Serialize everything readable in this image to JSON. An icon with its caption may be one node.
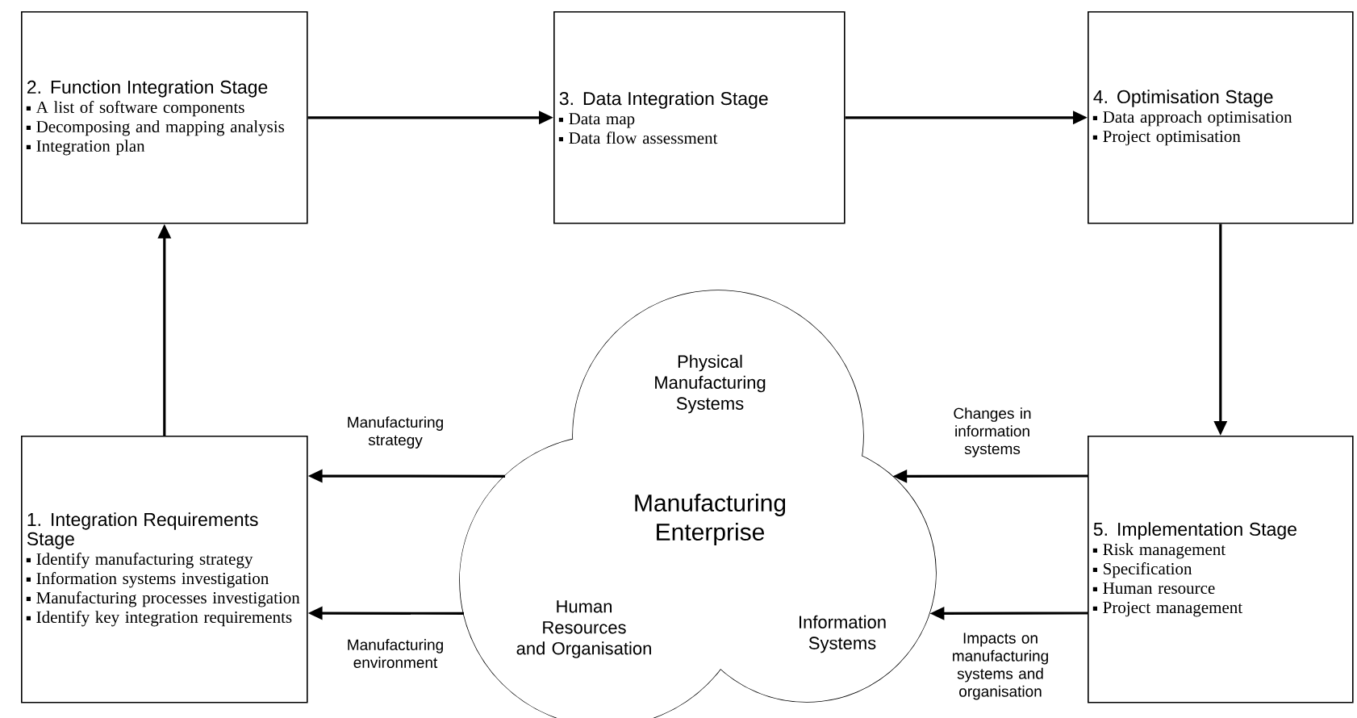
{
  "diagram": {
    "nodes": [
      {
        "text": [
          "1. Integration Requirements Stage",
          "Identify manufacturing strategy",
          "Information systems investigation",
          "Manufacturing processes investigation",
          "Identify key integration requirements"
        ]
      },
      {
        "text": [
          "2. Function Integration Stage",
          "A list of software components",
          "Decomposing and mapping analysis",
          "Integration plan"
        ]
      },
      {
        "text": [
          "3. Data Integration Stage",
          "Data map",
          "Data flow assessment"
        ]
      },
      {
        "text": [
          "4. Optimisation Stage",
          "Data approach optimisation",
          "Project optimisation"
        ]
      },
      {
        "text": [
          "Physical Manufacturing Systems",
          "Manufacturing Enterprise",
          "Human Resources and Organisation",
          "Information Systems"
        ]
      },
      {
        "text": [
          "5. Implementation Stage",
          "Risk management",
          "Specification",
          "Human resource",
          "Project management"
        ]
      }
    ],
    "edges": [
      {
        "from": 0,
        "to": 1,
        "arrow": "to"
      },
      {
        "from": 1,
        "to": 2,
        "arrow": "to"
      },
      {
        "from": 2,
        "to": 3,
        "arrow": "to"
      },
      {
        "from": 3,
        "to": 5,
        "arrow": "to"
      },
      {
        "from": 4,
        "to": 0,
        "arrow": "to",
        "label": "Manufacturing strategy"
      },
      {
        "from": 4,
        "to": 0,
        "arrow": "to",
        "label": "Manufacturing environment"
      },
      {
        "from": 5,
        "to": 4,
        "arrow": "to",
        "label": "Changes in information systems"
      },
      {
        "from": 5,
        "to": 4,
        "arrow": "to",
        "label": "Impacts on manufacturing systems and organisation"
      }
    ]
  }
}
